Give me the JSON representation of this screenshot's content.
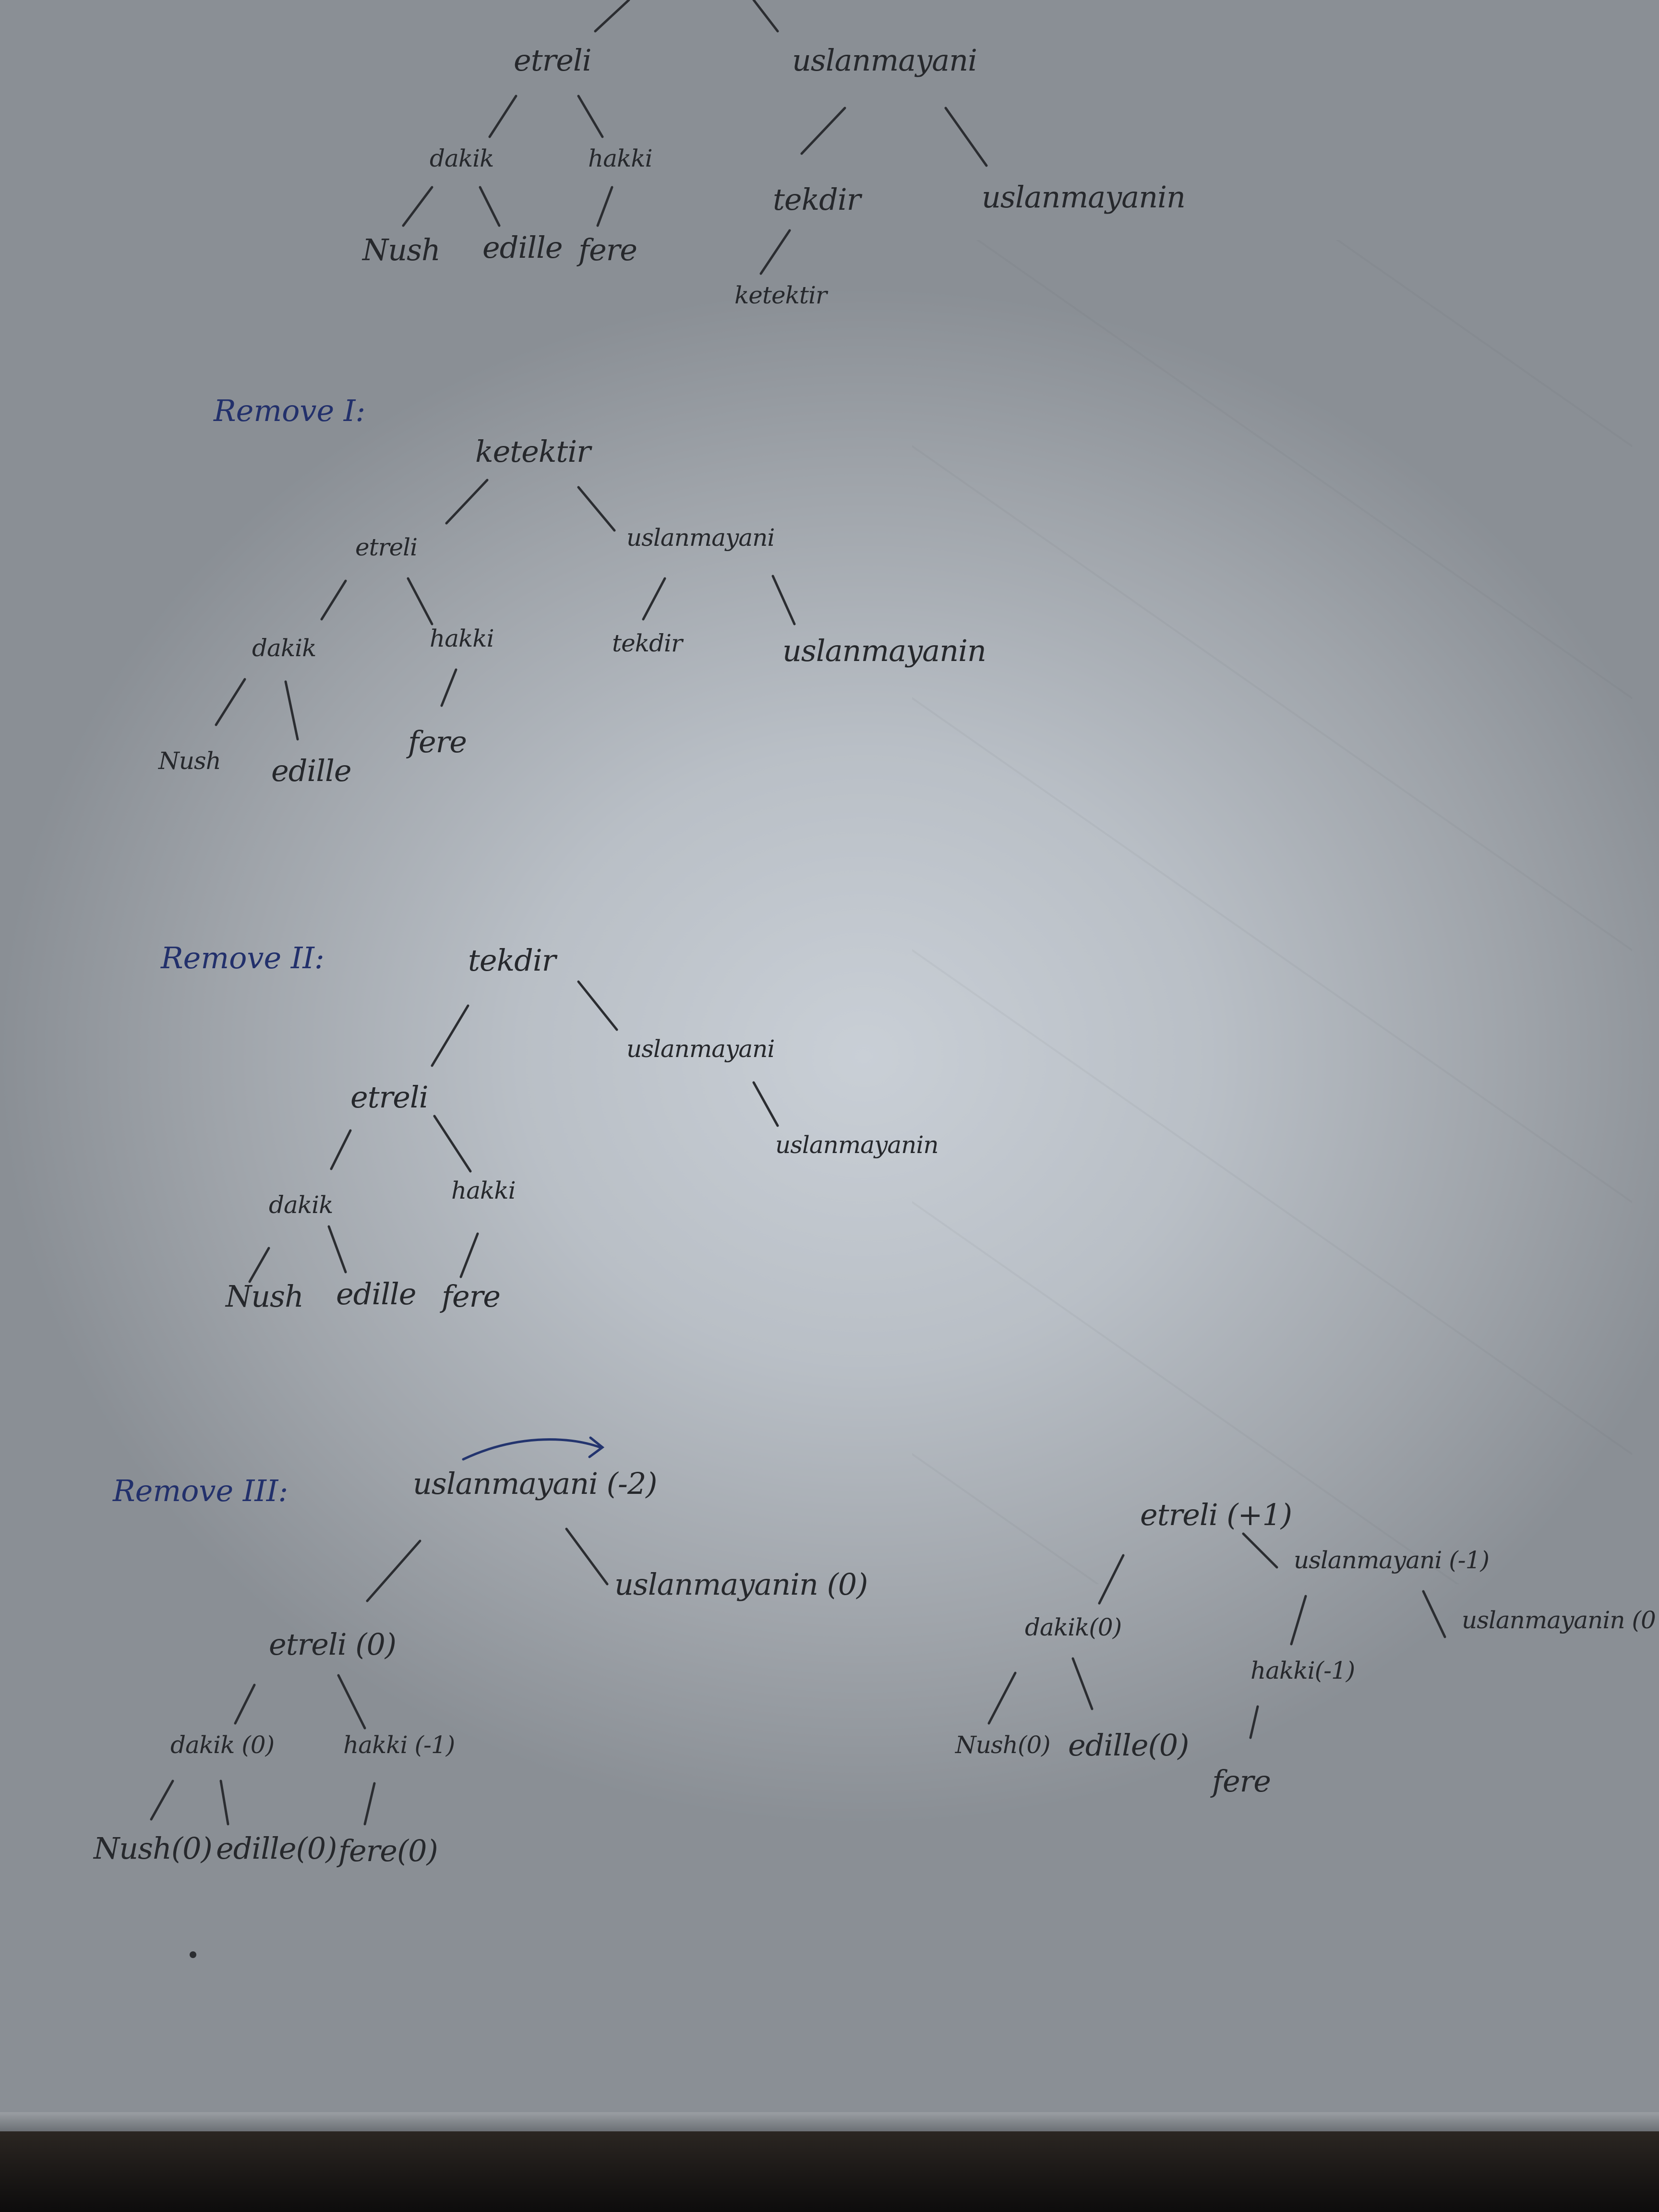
{
  "tree_top": {
    "etreli": "etreli",
    "uslanmayani": "uslanmayani",
    "dakik": "dakik",
    "hakki": "hakki",
    "uslanmayanin": "uslanmayanin",
    "tekdir": "tekdir",
    "nush": "Nush",
    "edille": "edille",
    "fere": "fere",
    "ketektir": "ketektir"
  },
  "remove_1": {
    "heading": "Remove I:",
    "root": "ketektir",
    "etreli": "etreli",
    "uslanmayani": "uslanmayani",
    "dakik": "dakik",
    "hakki": "hakki",
    "tekdir": "tekdir",
    "uslanmayanin": "uslanmayanin",
    "nush": "Nush",
    "edille": "edille",
    "fere": "fere"
  },
  "remove_2": {
    "heading": "Remove II:",
    "root": "tekdir",
    "etreli": "etreli",
    "uslanmayani": "uslanmayani",
    "uslanmayanin": "uslanmayanin",
    "dakik": "dakik",
    "hakki": "hakki",
    "nush": "Nush",
    "edille": "edille",
    "fere": "fere"
  },
  "remove_3": {
    "heading": "Remove III:",
    "root": "uslanmayani (-2)",
    "etreli": "etreli (0)",
    "uslanmayanin": "uslanmayanin (0)",
    "dakik": "dakik (0)",
    "hakki": "hakki (-1)",
    "nush": "Nush(0)",
    "edille": "edille(0)",
    "fere": "fere(0)"
  },
  "rotated": {
    "root": "etreli (+1)",
    "dakik": "dakik(0)",
    "uslanmayani": "uslanmayani (-1)",
    "uslanmayanin": "uslanmayanin (0",
    "hakki": "hakki(-1)",
    "nush": "Nush(0)",
    "edille": "edille(0)",
    "fere": "fere"
  }
}
